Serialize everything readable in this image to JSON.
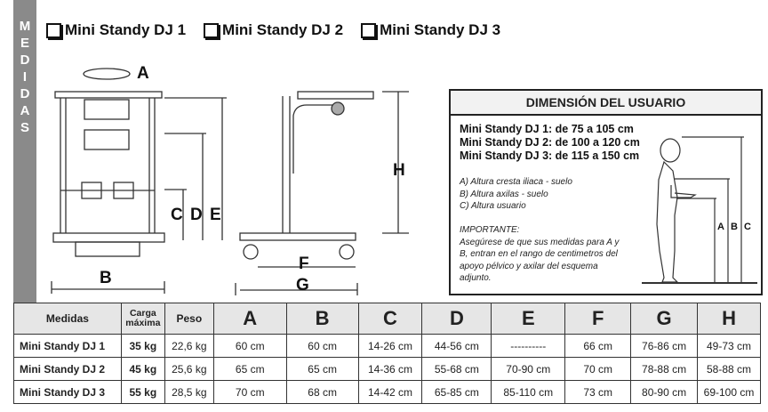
{
  "sidebar_label": [
    "M",
    "E",
    "D",
    "I",
    "D",
    "A",
    "S"
  ],
  "models": [
    "Mini Standy DJ 1",
    "Mini Standy DJ 2",
    "Mini Standy DJ 3"
  ],
  "diagram_labels": {
    "a": "A",
    "b": "B",
    "c": "C",
    "d": "D",
    "e": "E",
    "f": "F",
    "g": "G",
    "h": "H"
  },
  "user_dimension": {
    "title": "DIMENSIÓN DEL USUARIO",
    "ranges": [
      "Mini Standy DJ 1: de 75 a 105 cm",
      "Mini Standy DJ 2: de 100 a 120 cm",
      "Mini Standy DJ 3: de 115 a 150 cm"
    ],
    "definitions": [
      "A) Altura cresta iliaca - suelo",
      "B) Altura axilas - suelo",
      "C) Altura usuario"
    ],
    "important_title": "IMPORTANTE:",
    "important_text": "Asegúrese de que sus medidas para A y B, entran en el rango de centimetros del apoyo pélvico y axilar del esquema adjunto.",
    "figure_labels": [
      "A",
      "B",
      "C"
    ]
  },
  "table": {
    "headers": [
      "Medidas",
      "Carga máxima",
      "Peso",
      "A",
      "B",
      "C",
      "D",
      "E",
      "F",
      "G",
      "H"
    ],
    "rows": [
      [
        "Mini Standy DJ 1",
        "35 kg",
        "22,6 kg",
        "60 cm",
        "60 cm",
        "14-26 cm",
        "44-56 cm",
        "----------",
        "66 cm",
        "76-86 cm",
        "49-73 cm"
      ],
      [
        "Mini Standy DJ 2",
        "45 kg",
        "25,6 kg",
        "65 cm",
        "65 cm",
        "14-36 cm",
        "55-68 cm",
        "70-90 cm",
        "70 cm",
        "78-88 cm",
        "58-88 cm"
      ],
      [
        "Mini Standy DJ 3",
        "55 kg",
        "28,5 kg",
        "70 cm",
        "68 cm",
        "14-42 cm",
        "65-85 cm",
        "85-110 cm",
        "73 cm",
        "80-90 cm",
        "69-100 cm"
      ]
    ]
  }
}
